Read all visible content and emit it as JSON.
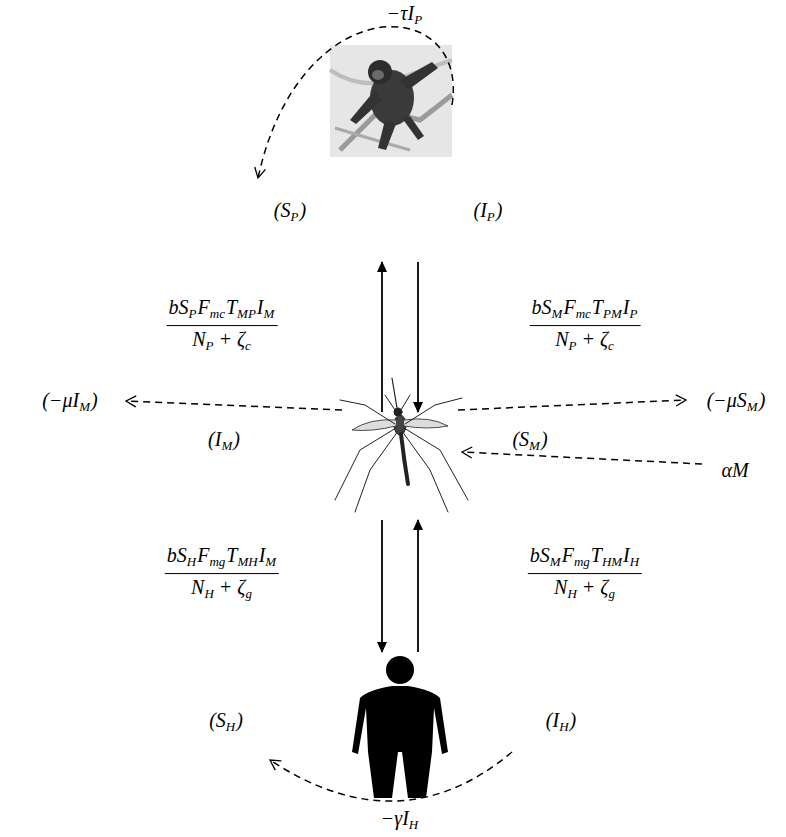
{
  "diagram": {
    "labels": [
      "−τI",
      "P",
      "(S",
      "P",
      ")",
      "(I",
      "P",
      ")",
      "bS",
      "P",
      "F",
      "mc",
      "T",
      "MP",
      "I",
      "M",
      "N",
      "P",
      "+ ζ",
      "c",
      "bS",
      "M",
      "F",
      "mc",
      "T",
      "PM",
      "I",
      "P",
      "N",
      "P",
      "+ ζ",
      "c",
      "(−μI",
      "M",
      ")",
      "(−μS",
      "M",
      ")",
      "(I",
      "M",
      ")",
      "(S",
      "M",
      ")",
      "αM",
      "bS",
      "H",
      "F",
      "mg",
      "T",
      "MH",
      "I",
      "M",
      "N",
      "H",
      "+ ζ",
      "g",
      "bS",
      "M",
      "F",
      "mg",
      "T",
      "HM",
      "I",
      "H",
      "N",
      "H",
      "+ ζ",
      "g",
      "(S",
      "H",
      ")",
      "(I",
      "H",
      ")",
      "−γI",
      "H"
    ]
  }
}
